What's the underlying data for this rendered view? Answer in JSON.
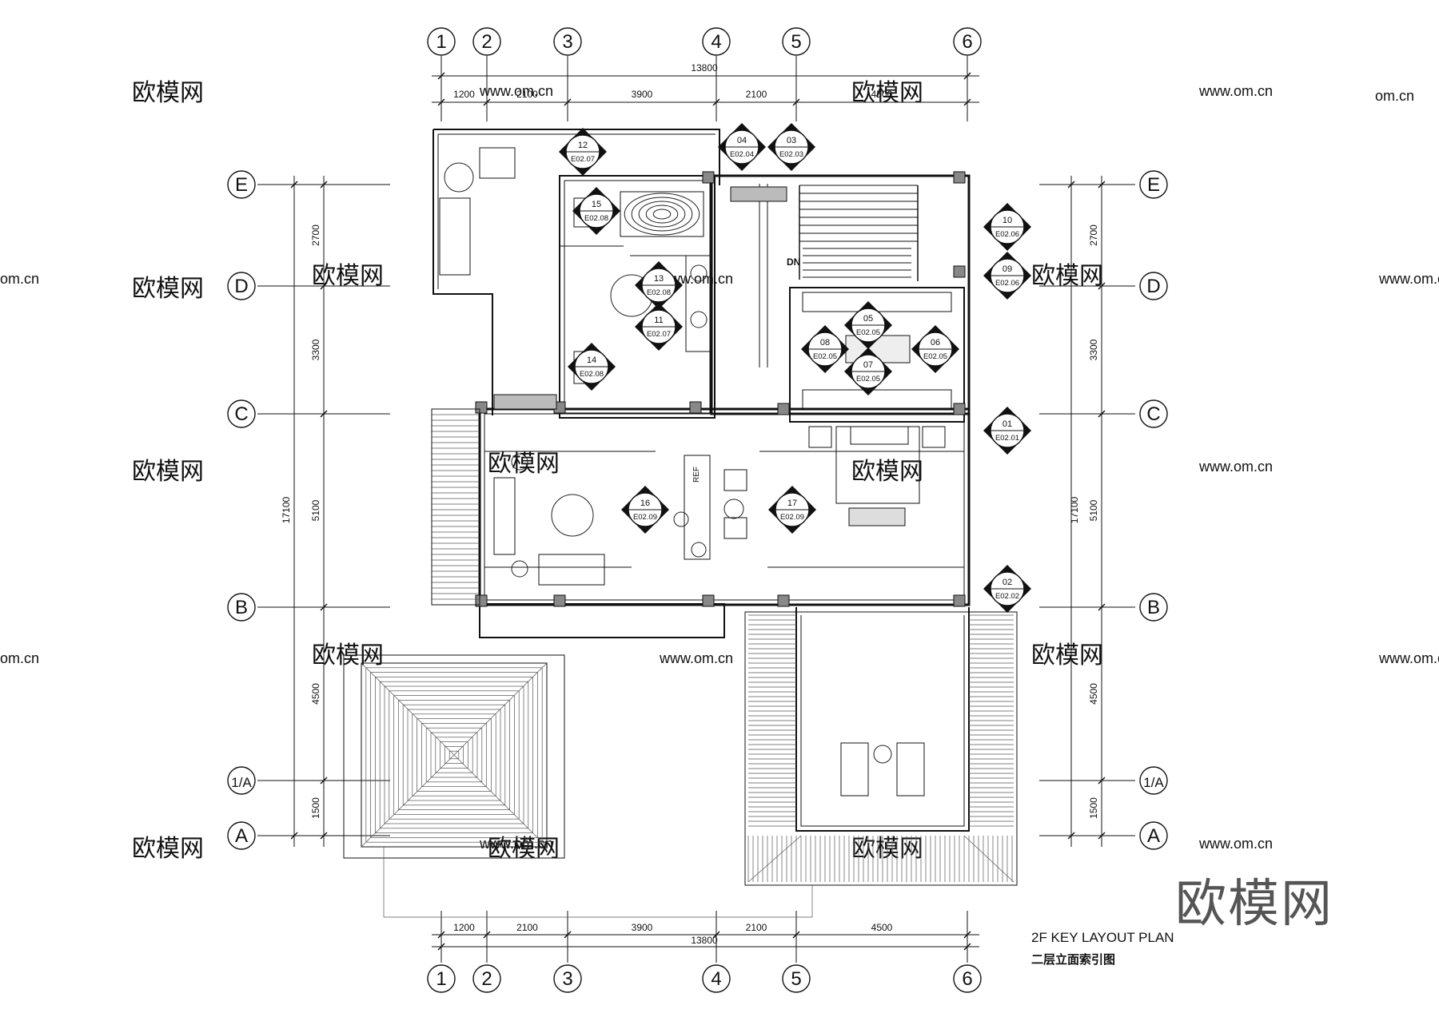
{
  "title": {
    "en": "2F KEY LAYOUT PLAN",
    "cn": "二层立面索引图"
  },
  "brand": "欧模网",
  "watermark": {
    "cn": "欧模网",
    "url": "www.om.cn",
    "short": "om.cn"
  },
  "grid_columns": [
    "1",
    "2",
    "3",
    "4",
    "5",
    "6"
  ],
  "grid_rows": [
    "E",
    "D",
    "C",
    "B",
    "1/A",
    "A"
  ],
  "dims_horizontal": {
    "total": "13800",
    "segments": [
      "1200",
      "2100",
      "3900",
      "2100",
      "4500"
    ]
  },
  "dims_vertical": {
    "total": "17100",
    "segments": [
      "2700",
      "3300",
      "5100",
      "4500",
      "1500"
    ]
  },
  "elevation_tags": [
    {
      "num": "12",
      "ref": "E02.07"
    },
    {
      "num": "04",
      "ref": "E02.04"
    },
    {
      "num": "03",
      "ref": "E02.03"
    },
    {
      "num": "15",
      "ref": "E02.08"
    },
    {
      "num": "10",
      "ref": "E02.06"
    },
    {
      "num": "09",
      "ref": "E02.06"
    },
    {
      "num": "13",
      "ref": "E02.08"
    },
    {
      "num": "11",
      "ref": "E02.07"
    },
    {
      "num": "05",
      "ref": "E02.05"
    },
    {
      "num": "08",
      "ref": "E02.05"
    },
    {
      "num": "06",
      "ref": "E02.05"
    },
    {
      "num": "07",
      "ref": "E02.05"
    },
    {
      "num": "14",
      "ref": "E02.08"
    },
    {
      "num": "01",
      "ref": "E02.01"
    },
    {
      "num": "16",
      "ref": "E02.09"
    },
    {
      "num": "17",
      "ref": "E02.09"
    },
    {
      "num": "02",
      "ref": "E02.02"
    }
  ],
  "labels": {
    "stair_down": "DN",
    "fridge": "REF"
  }
}
